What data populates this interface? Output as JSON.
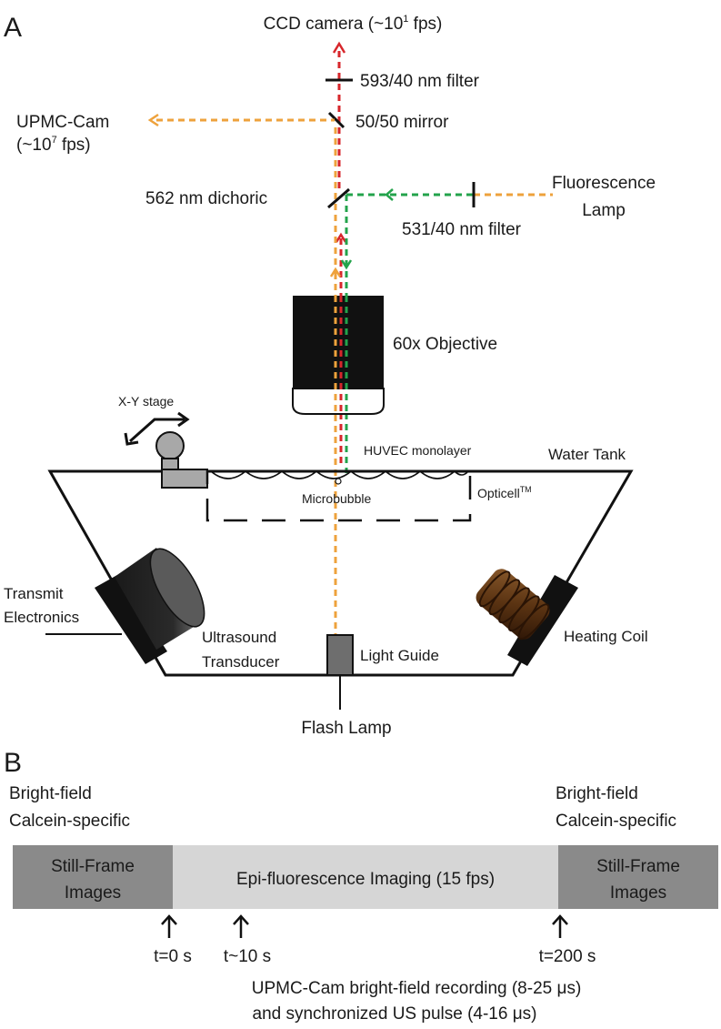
{
  "panel_a": {
    "label": "A",
    "ccd": {
      "text": "CCD camera (~10",
      "sup": "1",
      "tail": " fps)"
    },
    "filter593": "593/40 nm filter",
    "upmc_cam": {
      "line1": "UPMC-Cam",
      "line2a": "(~10",
      "sup": "7",
      "line2b": " fps)"
    },
    "mirror": "50/50 mirror",
    "dichroic": "562 nm dichoric",
    "fluorescence_lamp": {
      "line1": "Fluorescence",
      "line2": "Lamp"
    },
    "filter531": "531/40 nm filter",
    "objective": "60x Objective",
    "xy_stage": "X-Y stage",
    "huvec": "HUVEC monolayer",
    "water_tank": "Water Tank",
    "opticell": {
      "text": "Opticell",
      "sup": "TM"
    },
    "microbubble": "Microbubble",
    "transmit": {
      "line1": "Transmit",
      "line2": "Electronics"
    },
    "ultrasound": {
      "line1": "Ultrasound",
      "line2": "Transducer"
    },
    "light_guide": "Light Guide",
    "heating_coil": "Heating Coil",
    "flash_lamp": "Flash Lamp",
    "colors": {
      "red": "#d7262b",
      "orange": "#eea23c",
      "green": "#23a34b",
      "black": "#111111",
      "brown": "#4a2a10",
      "stage_gray": "#a8a8a8",
      "guide_gray": "#6e6e6e"
    }
  },
  "panel_b": {
    "label": "B",
    "left_header": {
      "line1": "Bright-field",
      "line2": "Calcein-specific"
    },
    "right_header": {
      "line1": "Bright-field",
      "line2": "Calcein-specific"
    },
    "left_box": {
      "line1": "Still-Frame",
      "line2": "Images"
    },
    "middle_box": "Epi-fluorescence Imaging (15 fps)",
    "right_box": {
      "line1": "Still-Frame",
      "line2": "Images"
    },
    "markers": [
      "t=0 s",
      "t~10 s",
      "t=200 s"
    ],
    "footer": {
      "line1": "UPMC-Cam bright-field recording (8-25 μs)",
      "line2": "and synchronized US pulse (4-16 μs)"
    },
    "colors": {
      "dark_box": "#8a8a8a",
      "light_box": "#d6d6d6"
    }
  }
}
